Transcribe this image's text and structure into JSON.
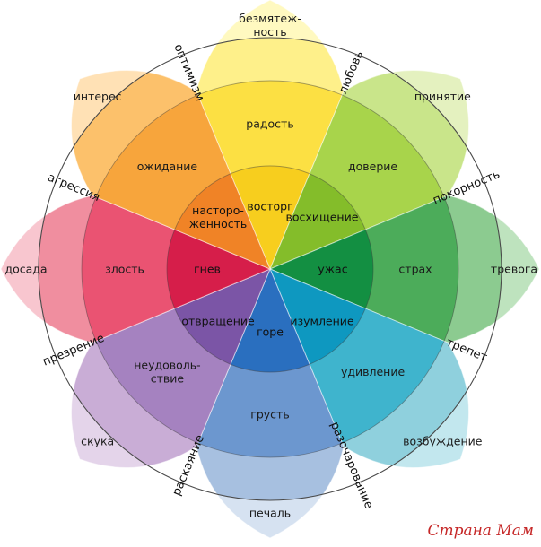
{
  "petals": [
    {
      "key": "joy",
      "colors": [
        "#FFF9C0",
        "#FEF08A",
        "#FCE043",
        "#F7CE1E"
      ],
      "labels": [
        "безмятеж-|ность",
        "радость",
        "восторг"
      ]
    },
    {
      "key": "trust",
      "colors": [
        "#E4F1BF",
        "#C9E58A",
        "#A8D44B",
        "#84BD2A"
      ],
      "labels": [
        "принятие",
        "доверие",
        "восхищение"
      ]
    },
    {
      "key": "fear",
      "colors": [
        "#BEE3BE",
        "#8CCB90",
        "#4CAC5A",
        "#138F42"
      ],
      "labels": [
        "тревога",
        "страх",
        "ужас"
      ]
    },
    {
      "key": "surprise",
      "colors": [
        "#C2E7EE",
        "#8FD0DD",
        "#3FB4CD",
        "#0E98C0"
      ],
      "labels": [
        "возбуждение",
        "удивление",
        "изумление"
      ]
    },
    {
      "key": "sadness",
      "colors": [
        "#D6E2F1",
        "#A7C0E0",
        "#6C97CF",
        "#2A6FBF"
      ],
      "labels": [
        "печаль",
        "грусть",
        "горе"
      ]
    },
    {
      "key": "disgust",
      "colors": [
        "#E4D4EA",
        "#C9ADD6",
        "#A582C0",
        "#7B55A6"
      ],
      "labels": [
        "скука",
        "неудоволь-|ствие",
        "отвращение"
      ]
    },
    {
      "key": "anger",
      "colors": [
        "#F8C6CF",
        "#F08E9F",
        "#EA5372",
        "#D61E4A"
      ],
      "labels": [
        "досада",
        "злость",
        "гнев"
      ]
    },
    {
      "key": "anticipation",
      "colors": [
        "#FFE1B5",
        "#FCC16B",
        "#F7A53C",
        "#F08326"
      ],
      "labels": [
        "интерес",
        "ожидание",
        "насторо-|женность"
      ]
    }
  ],
  "dyads": [
    {
      "label": "любовь",
      "angle": 22.5
    },
    {
      "label": "покорность",
      "angle": 67.5
    },
    {
      "label": "трепет",
      "angle": 112.5
    },
    {
      "label": "разочарование",
      "angle": 157.5
    },
    {
      "label": "раскаяние",
      "angle": 202.5
    },
    {
      "label": "презрение",
      "angle": 247.5
    },
    {
      "label": "агрессия",
      "angle": 292.5
    },
    {
      "label": "оптимизм",
      "angle": 337.5
    }
  ],
  "watermark": "Страна Мам"
}
